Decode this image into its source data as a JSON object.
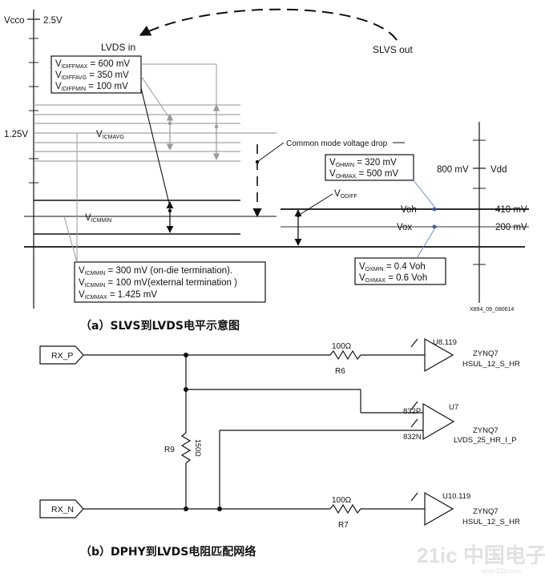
{
  "part_a": {
    "vcco_label": "Vcco",
    "vcco_value": "2.5V",
    "v125": "1.25V",
    "lvds_in": "LVDS in",
    "slvs_out": "SLVS out",
    "idiff_box": [
      {
        "v": "V",
        "sub": "IDIFFMAX",
        "rest": " = 600 mV"
      },
      {
        "v": "V",
        "sub": "IDIFFAVG",
        "rest": " = 350 mV"
      },
      {
        "v": "V",
        "sub": "IDIFFMIN",
        "rest": " = 100 mV"
      }
    ],
    "vicmavg": {
      "v": "V",
      "sub": "ICMAVG"
    },
    "vicmmin": {
      "v": "V",
      "sub": "ICMMIN"
    },
    "common_mode": "Common mode voltage drop",
    "oh_box": [
      {
        "v": "V",
        "sub": "OHMIN",
        "rest": " = 320 mV"
      },
      {
        "v": "V",
        "sub": "OHMAX",
        "rest": " = 500 mV"
      }
    ],
    "vdd_value": "800 mV",
    "vdd_label": "Vdd",
    "vodiff": {
      "v": "V",
      "sub": "ODIFF"
    },
    "voh": "Voh",
    "voh_value": "410 mV",
    "vox": "Vox",
    "vox_value": "200 mV",
    "icm_box": [
      {
        "v": "V",
        "sub": "ICMMIN",
        "rest": " = 300 mV (on-die termination)."
      },
      {
        "v": "V",
        "sub": "ICMMIN",
        "rest": " = 100 mV(external termination )"
      },
      {
        "v": "V",
        "sub": "ICMMAX",
        "rest": " = 1.425 mV"
      }
    ],
    "ox_box": [
      {
        "v": "V",
        "sub": "OXMIN",
        "rest": " = 0.4 Voh"
      },
      {
        "v": "V",
        "sub": "OXMAX",
        "rest": " = 0.6 Voh"
      }
    ],
    "figure_id": "X894_09_080614",
    "caption": "（a）SLVS到LVDS电平示意图"
  },
  "part_b": {
    "rx_p": "RX_P",
    "rx_n": "RX_N",
    "r6": {
      "value": "100Ω",
      "name": "R6"
    },
    "r7": {
      "value": "100Ω",
      "name": "R7"
    },
    "r9": {
      "value": "150Ω",
      "name": "R9"
    },
    "u8": {
      "pin": "U8.119",
      "part": "ZYNQ7",
      "std": "HSUL_12_S_HR"
    },
    "u7": {
      "pin": "U7",
      "pin_p": "832P",
      "pin_n": "832N",
      "part": "ZYNQ7",
      "std": "LVDS_25_HR_I_P"
    },
    "u10": {
      "pin": "U10.119",
      "part": "ZYNQ7",
      "std": "HSUL_12_S_HR"
    },
    "caption": "（b）DPHY到LVDS电阻匹配网络"
  },
  "watermark": "21ic 中国电子网",
  "watermark_url": "www.21ic.com"
}
